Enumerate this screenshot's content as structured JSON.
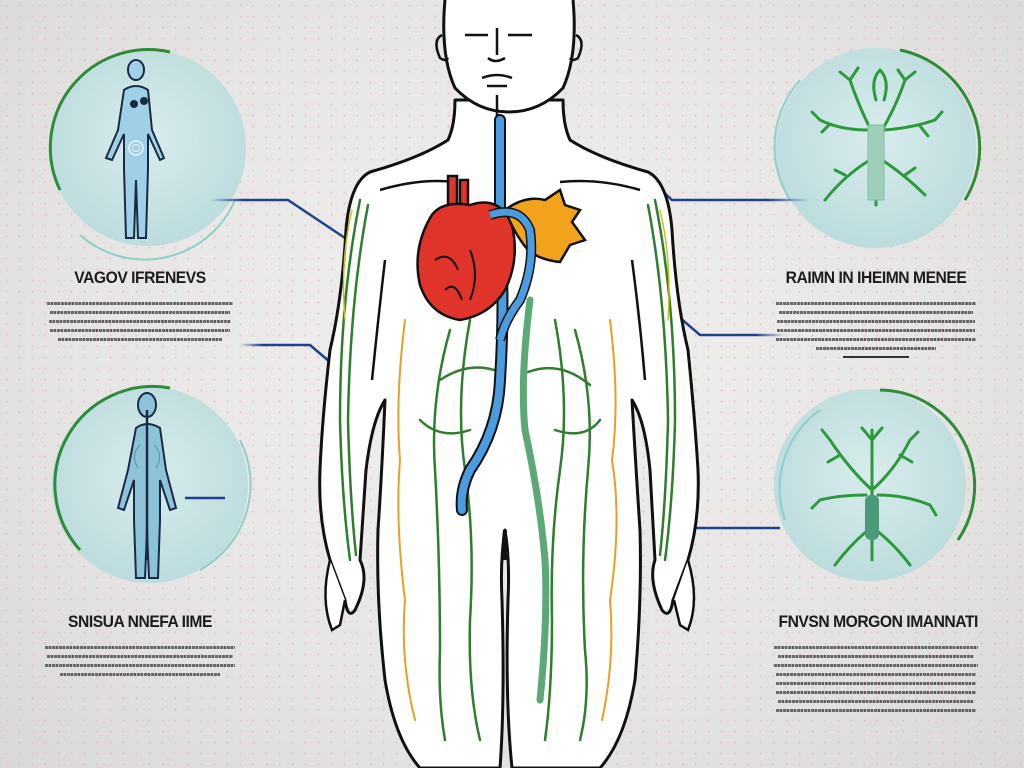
{
  "diagram": {
    "subject": "human body nervous system with heart infographic",
    "colors": {
      "background": "#e6e5e3",
      "circle_fill": "#c7e3e4",
      "circle_ring": "#2e8b3a",
      "connector": "#1f3f8f",
      "heart_red": "#e0332a",
      "aorta_orange": "#f2a21b",
      "vein_blue": "#4a9be0",
      "nerve_green": "#2f7d2f",
      "nerve_yellow": "#e8a020",
      "outline": "#111111"
    },
    "panels": [
      {
        "id": "top-left",
        "icon": "female-body-icon",
        "heading": "VAGOV IFRENEVS",
        "line_count": 5
      },
      {
        "id": "top-right",
        "icon": "nerve-tree-brainstem-icon",
        "heading": "RAIMN IN IHEIMN MENEE",
        "line_count": 6
      },
      {
        "id": "bottom-left",
        "icon": "spine-body-back-icon",
        "heading": "SNISUA NNEFA IIME",
        "line_count": 4
      },
      {
        "id": "bottom-right",
        "icon": "nerve-tree-icon",
        "heading": "FNVSN MORGON IMANNATI",
        "line_count": 8
      }
    ]
  }
}
